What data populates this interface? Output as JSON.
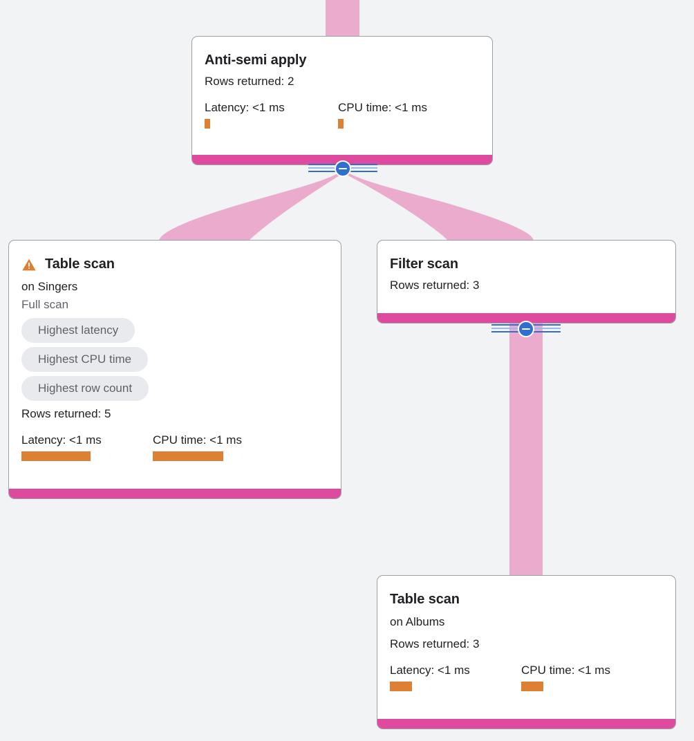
{
  "diagram": {
    "type": "query-execution-plan",
    "background_color": "#f1f3f4",
    "accent_color": "#dd4a9e",
    "edge_color": "#eaabcd",
    "metric_bar_color": "#dd8033",
    "toggle_color": "#2f6fd0",
    "chip_bg_color": "#e8eaed"
  },
  "nodes": [
    {
      "id": "anti-semi-apply",
      "title": "Anti-semi apply",
      "rows_returned": "Rows returned: 2",
      "metrics": [
        {
          "label": "Latency: <1 ms",
          "name": "latency"
        },
        {
          "label": "CPU time: <1 ms",
          "name": "cpu-time"
        }
      ]
    },
    {
      "id": "table-scan-singers",
      "title": "Table scan",
      "warning_icon": "warning-triangle-icon",
      "target": "on Singers",
      "scan_type": "Full scan",
      "chips": [
        "Highest latency",
        "Highest CPU time",
        "Highest row count"
      ],
      "rows_returned": "Rows returned: 5",
      "metrics": [
        {
          "label": "Latency: <1 ms",
          "name": "latency"
        },
        {
          "label": "CPU time: <1 ms",
          "name": "cpu-time"
        }
      ]
    },
    {
      "id": "filter-scan",
      "title": "Filter scan",
      "rows_returned": "Rows returned: 3"
    },
    {
      "id": "table-scan-albums",
      "title": "Table scan",
      "target": "on Albums",
      "rows_returned": "Rows returned: 3",
      "metrics": [
        {
          "label": "Latency: <1 ms",
          "name": "latency"
        },
        {
          "label": "CPU time: <1 ms",
          "name": "cpu-time"
        }
      ]
    }
  ],
  "toggles": [
    {
      "id": "anti-semi-apply",
      "icon": "collapse-minus-icon",
      "state": "expanded"
    },
    {
      "id": "filter-scan",
      "icon": "collapse-minus-icon",
      "state": "expanded"
    }
  ]
}
